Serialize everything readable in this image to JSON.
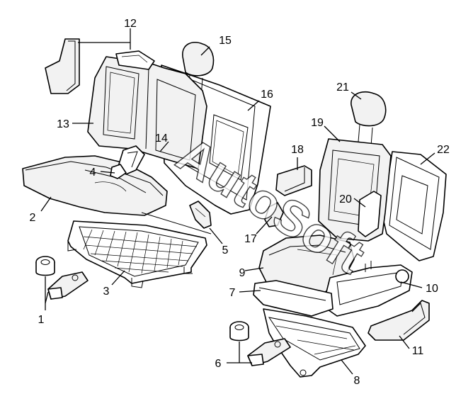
{
  "watermark": "AutoSoft",
  "callouts": [
    "1",
    "2",
    "3",
    "4",
    "5",
    "6",
    "7",
    "8",
    "9",
    "10",
    "11",
    "12",
    "13",
    "14",
    "15",
    "16",
    "17",
    "18",
    "19",
    "20",
    "21",
    "22"
  ]
}
